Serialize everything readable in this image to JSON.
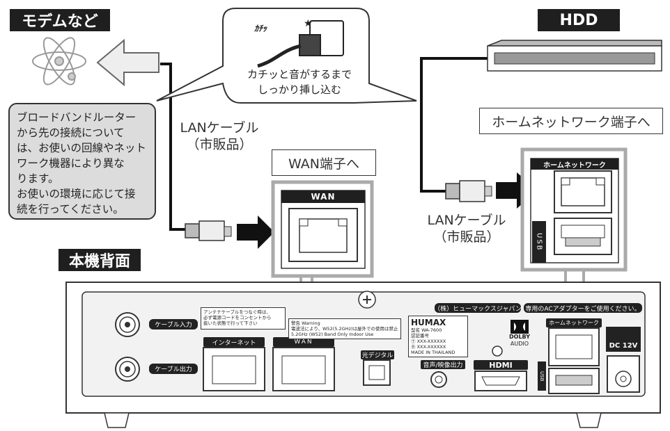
{
  "labels": {
    "modem": "モデムなど",
    "hdd": "HDD",
    "rear": "本機背面",
    "bubble_line1": "カチッと音がするまで",
    "bubble_line2": "しっかり挿し込む",
    "click_sound": "ｶﾁｯ",
    "lan_cable_1": "LANケーブル",
    "lan_cable_1_sub": "（市販品）",
    "lan_cable_2": "LANケーブル",
    "lan_cable_2_sub": "（市販品）",
    "wan_callout": "WAN端子へ",
    "home_callout": "ホームネットワーク端子へ"
  },
  "note_lines": [
    "ブロードバンドルーター",
    "から先の接続について",
    "は、お使いの回線やネット",
    "ワーク機器により異な",
    "ります。",
    "お使いの環境に応じて接",
    "続を行ってください。"
  ],
  "zoom": {
    "wan_title": "WAN",
    "home_title": "ホームネットワーク",
    "usb": "USB"
  },
  "panel": {
    "antenna_note_line1": "アンテナケーブルをつなぐ時は、",
    "antenna_note_line2": "必ず電源コードをコンセントから",
    "antenna_note_line3": "抜いた状態で行って下さい",
    "cable_in": "ケーブル入力",
    "cable_out": "ケーブル出力",
    "internet": "インターネット",
    "wan": "WAN",
    "warn_line1": "警告 Warning",
    "warn_line2": "電波法により、W52(5.2GHz)は屋外での使用は禁止です。",
    "warn_line3": "5.2GHz (W52) Band Only Indoor Use",
    "maker": "（株）ヒューマックスジャパン",
    "adapter": "専用のACアダプターをご使用ください。",
    "brand": "HUMAX",
    "model": "型名 WA-7600",
    "cert": "認証番号",
    "cert_t": "Ⓣ XXX-XXXXXX",
    "cert_r": "Ⓡ XXX-XXXXXX",
    "made_in": "MADE IN THAILAND",
    "optical": "光デジタル",
    "audio_out": "音声/映像出力",
    "hdmi": "HDMI",
    "dolby_1": "DOLBY",
    "dolby_2": "AUDIO",
    "home_network": "ホームネットワーク",
    "usb": "USB",
    "dc": "DC 12V"
  }
}
